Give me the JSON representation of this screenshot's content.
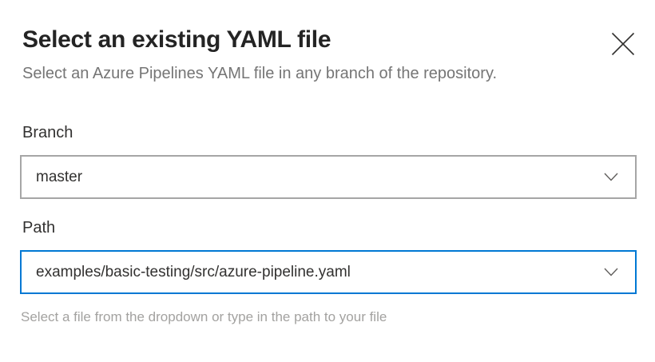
{
  "dialog": {
    "title": "Select an existing YAML file",
    "subtitle": "Select an Azure Pipelines YAML file in any branch of the repository."
  },
  "fields": {
    "branch": {
      "label": "Branch",
      "value": "master"
    },
    "path": {
      "label": "Path",
      "value": "examples/basic-testing/src/azure-pipeline.yaml",
      "helper": "Select a file from the dropdown or type in the path to your file"
    }
  },
  "icons": {
    "close": "close-icon",
    "chevron_down": "chevron-down-icon"
  },
  "colors": {
    "accent": "#0078d4",
    "input_border": "#a6a6a6",
    "title_text": "#242424",
    "subtitle_text": "#757575",
    "value_text": "#323130",
    "helper_text": "#a3a2a0",
    "background": "#ffffff"
  }
}
